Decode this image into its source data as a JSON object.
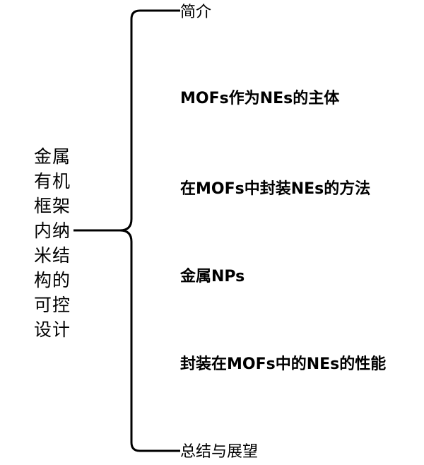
{
  "root": {
    "title": "金属有机框架内纳米结构的可控设计"
  },
  "branches": [
    {
      "label": "简介"
    },
    {
      "label": "MOFs作为NEs的主体"
    },
    {
      "label": "在MOFs中封装NEs的方法"
    },
    {
      "label": "金属NPs"
    },
    {
      "label": "封装在MOFs中的NEs的性能"
    },
    {
      "label": "总结与展望"
    }
  ]
}
